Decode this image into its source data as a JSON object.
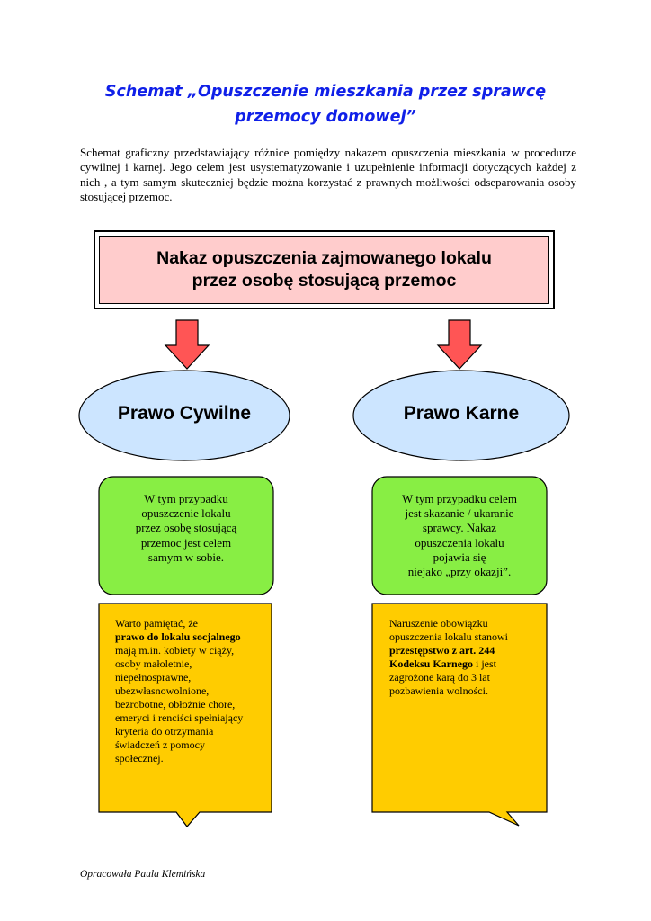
{
  "title": {
    "line1": "Schemat „Opuszczenie mieszkania przez sprawcę",
    "line2": "przemocy domowej”"
  },
  "intro": "Schemat graficzny przedstawiający różnice pomiędzy nakazem opuszczenia mieszkania w procedurze cywilnej i karnej. Jego celem jest usystematyzowanie i uzupełnienie informacji dotyczących każdej z nich , a tym samym skuteczniej będzie można korzystać z prawnych możliwości odseparowania osoby stosującej przemoc.",
  "header_box": {
    "line1": "Nakaz opuszczenia zajmowanego lokalu",
    "line2": "przez osobę stosującą przemoc"
  },
  "branches": {
    "civil": {
      "label": "Prawo Cywilne",
      "description": [
        "W tym przypadku",
        "opuszczenie lokalu",
        "przez osobę stosującą",
        "przemoc jest celem",
        "samym w sobie."
      ],
      "note": {
        "p1": "Warto pamiętać, że",
        "bold": "prawo do lokalu socjalnego",
        "p2": " mają m.in. kobiety w ciąży, osoby małoletnie, niepełnosprawne, ubezwłasnowolnione, bezrobotne, obłożnie chore, emeryci i renciści spełniający kryteria do otrzymania świadczeń z pomocy społecznej."
      }
    },
    "criminal": {
      "label": "Prawo Karne",
      "description": [
        "W tym przypadku celem",
        "jest skazanie / ukaranie",
        "sprawcy. Nakaz",
        "opuszczenia lokalu",
        "pojawia się",
        "niejako „przy okazji”."
      ],
      "note": {
        "p1": "Naruszenie obowiązku opuszczenia lokalu stanowi ",
        "bold": "przestępstwo z art. 244 Kodeksu Karnego",
        "p2": " i jest zagrożone karą do 3 lat pozbawienia wolności."
      }
    }
  },
  "footer": "Opracowała Paula Klemińska",
  "colors": {
    "title": "#1020e8",
    "header_fill": "#ffcccc",
    "arrow_fill": "#ff5555",
    "ellipse_fill": "#cce5ff",
    "green_fill": "#88ee44",
    "yellow_fill": "#ffcc00"
  }
}
